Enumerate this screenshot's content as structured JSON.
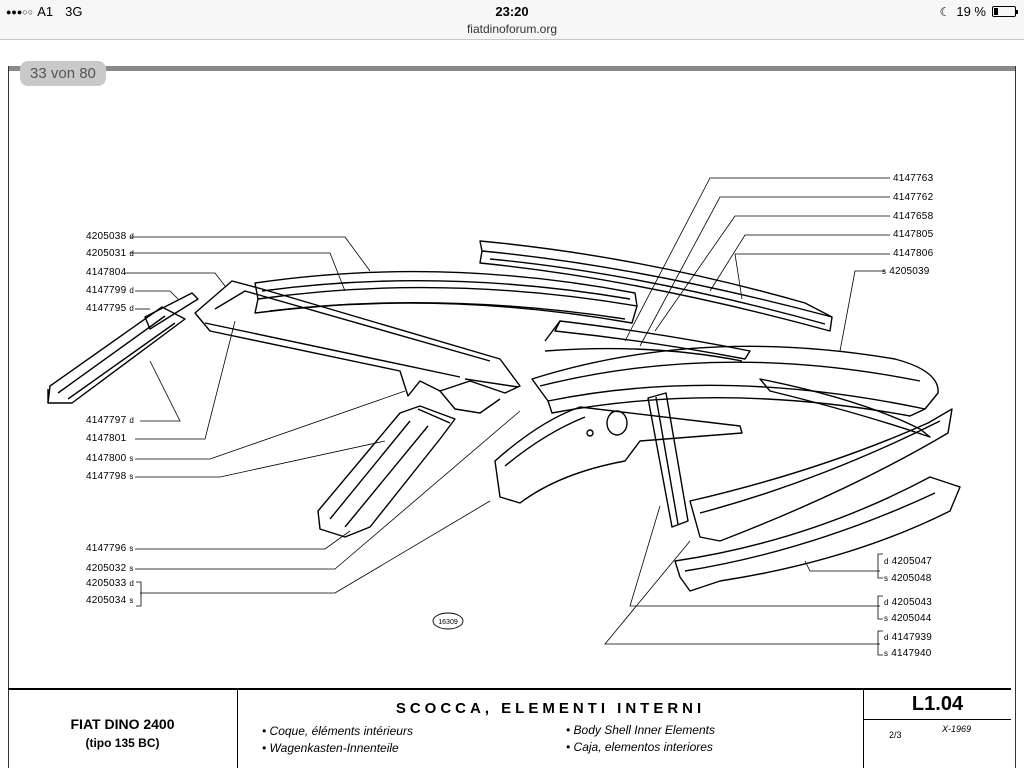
{
  "statusbar": {
    "carrier": "A1",
    "network": "3G",
    "time": "23:20",
    "battery": "19 %",
    "battery_level": 0.19
  },
  "browser": {
    "url": "fiatdinoforum.org"
  },
  "viewer": {
    "page_indicator": "33 von 80"
  },
  "drawing": {
    "part_labels_left": [
      {
        "number": "4205038",
        "side": "d"
      },
      {
        "number": "4205031",
        "side": "d"
      },
      {
        "number": "4147804",
        "side": ""
      },
      {
        "number": "4147799",
        "side": "d"
      },
      {
        "number": "4147795",
        "side": "d"
      },
      {
        "number": "4147797",
        "side": "d"
      },
      {
        "number": "4147801",
        "side": ""
      },
      {
        "number": "4147800",
        "side": "s"
      },
      {
        "number": "4147798",
        "side": "s"
      },
      {
        "number": "4147796",
        "side": "s"
      },
      {
        "number": "4205032",
        "side": "s"
      },
      {
        "number": "4205033",
        "side": "d"
      },
      {
        "number": "4205034",
        "side": "s"
      }
    ],
    "part_labels_right_top": [
      {
        "number": "4147763",
        "side": ""
      },
      {
        "number": "4147762",
        "side": ""
      },
      {
        "number": "4147658",
        "side": ""
      },
      {
        "number": "4147805",
        "side": ""
      },
      {
        "number": "4147806",
        "side": ""
      },
      {
        "number": "4205039",
        "side": "s"
      }
    ],
    "part_labels_right_bottom": [
      {
        "number": "4205047",
        "side": "d"
      },
      {
        "number": "4205048",
        "side": "s"
      },
      {
        "number": "4205043",
        "side": "d"
      },
      {
        "number": "4205044",
        "side": "s"
      },
      {
        "number": "4147939",
        "side": "d"
      },
      {
        "number": "4147940",
        "side": "s"
      }
    ],
    "figure_number": "16309"
  },
  "titleblock": {
    "model": "FIAT DINO 2400",
    "type": "(tipo 135 BC)",
    "heading": "SCOCCA, ELEMENTI INTERNI",
    "sub_fr": "• Coque, éléments intérieurs",
    "sub_de": "• Wagenkasten-Innenteile",
    "sub_en": "• Body Shell Inner Elements",
    "sub_es": "• Caja, elementos interiores",
    "code": "L1.04",
    "sheet": "2/3",
    "date": "X-1969"
  }
}
